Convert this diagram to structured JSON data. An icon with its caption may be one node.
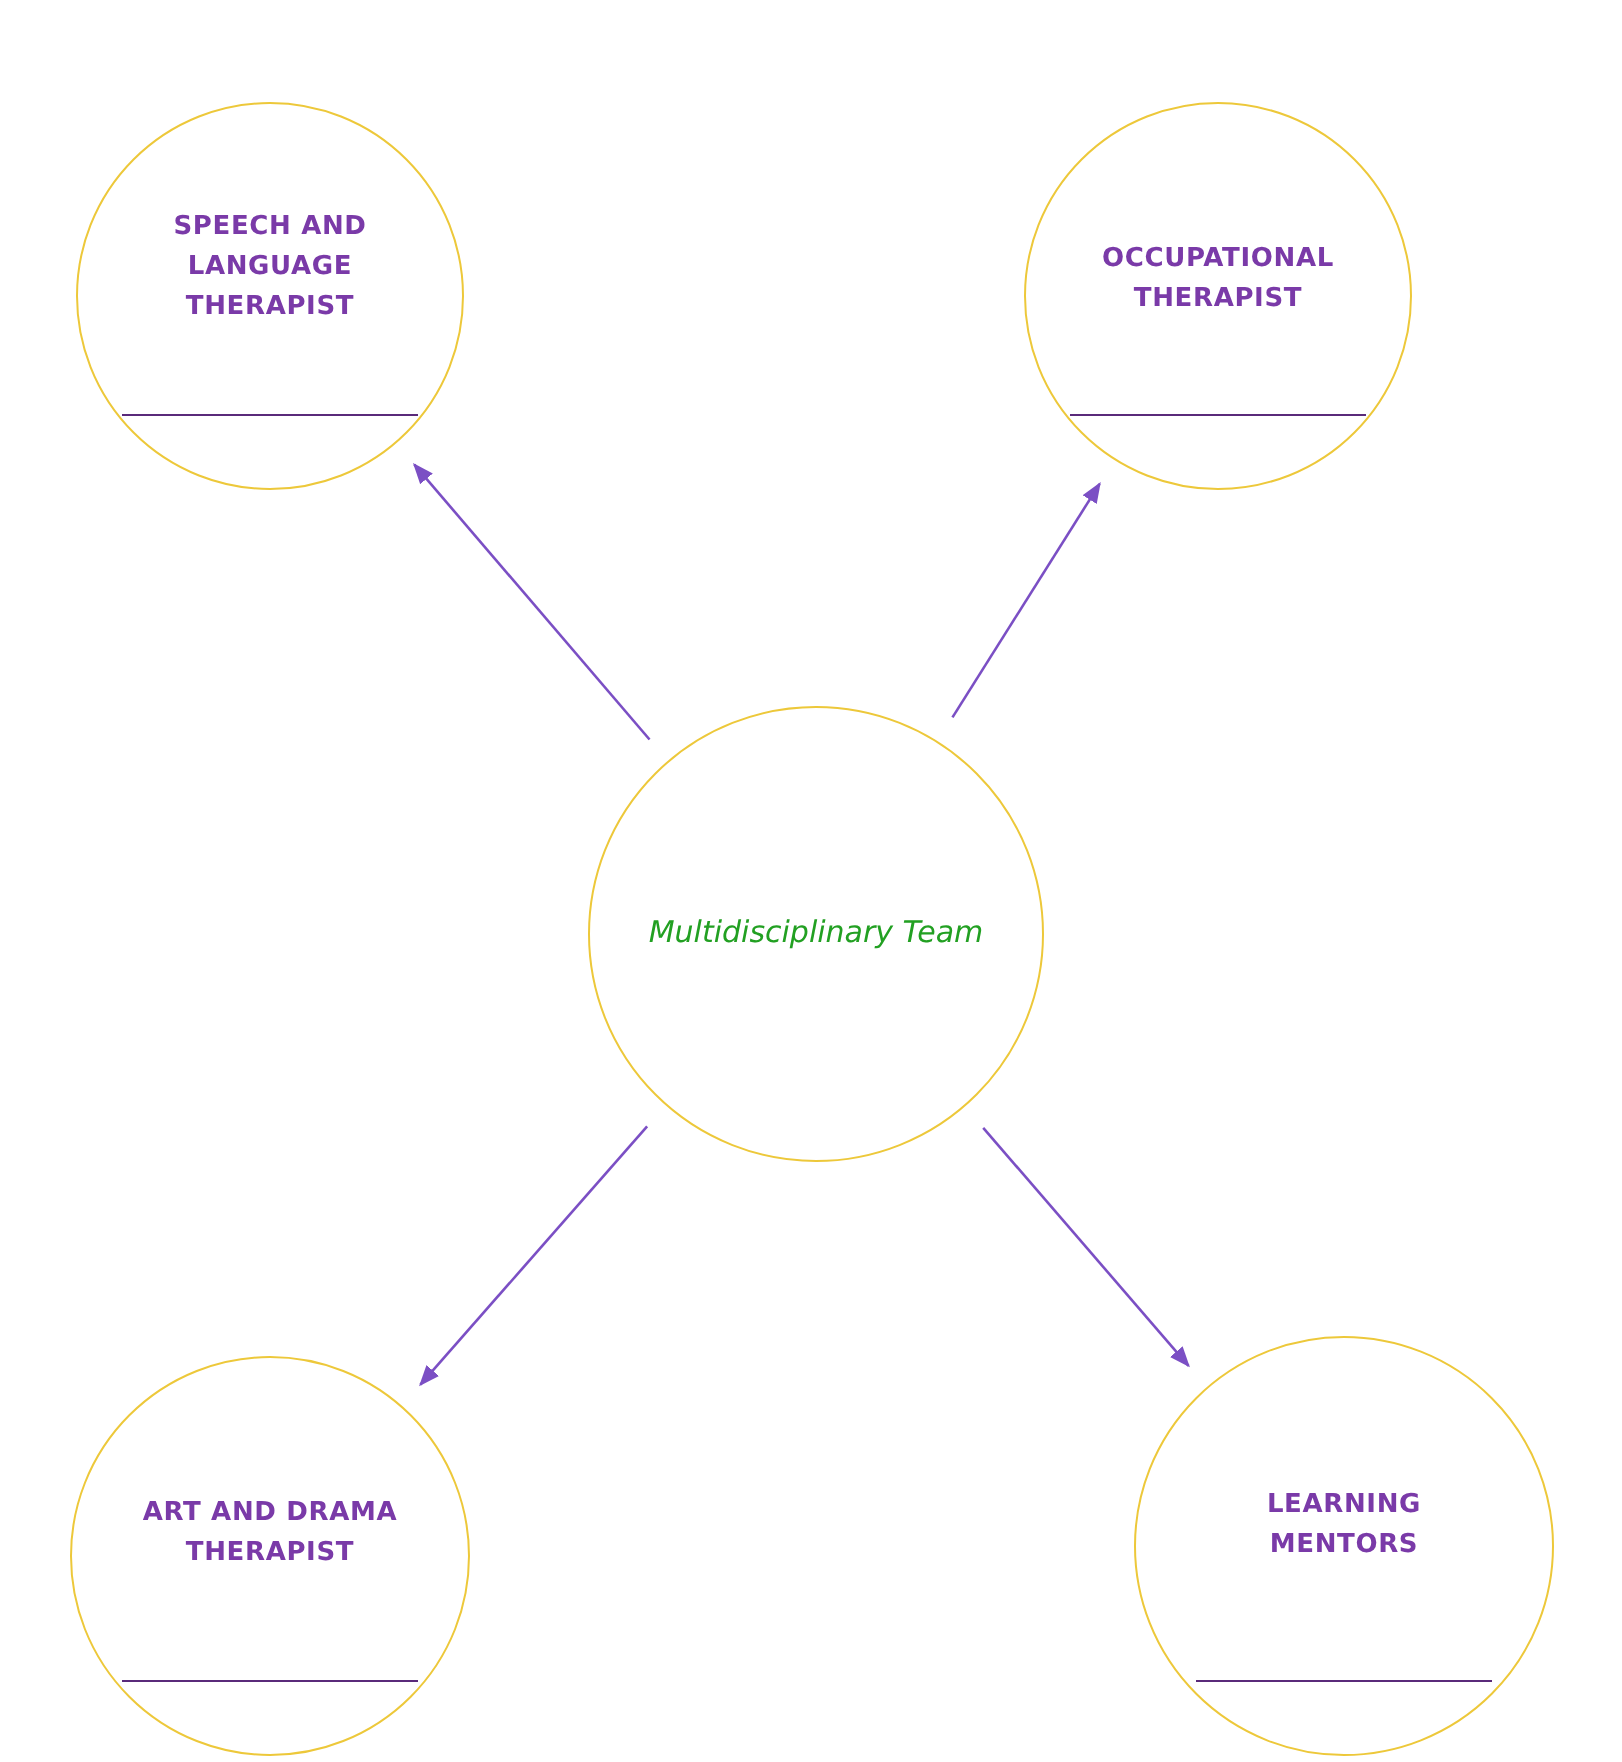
{
  "diagram": {
    "nodes": [
      {
        "text": [
          "SPEECH AND LANGUAGE THERAPIST"
        ]
      },
      {
        "text": [
          "OCCUPATIONAL THERAPIST"
        ]
      },
      {
        "text": [
          "Multidisciplinary Team"
        ]
      },
      {
        "text": [
          "ART AND DRAMA THERAPIST"
        ]
      },
      {
        "text": [
          "LEARNING MENTORS"
        ]
      }
    ],
    "edges": [
      {
        "from": 2,
        "to": 0,
        "arrow": "to"
      },
      {
        "from": 2,
        "to": 1,
        "arrow": "to"
      },
      {
        "from": 2,
        "to": 3,
        "arrow": "to"
      },
      {
        "from": 2,
        "to": 4,
        "arrow": "to"
      }
    ]
  }
}
